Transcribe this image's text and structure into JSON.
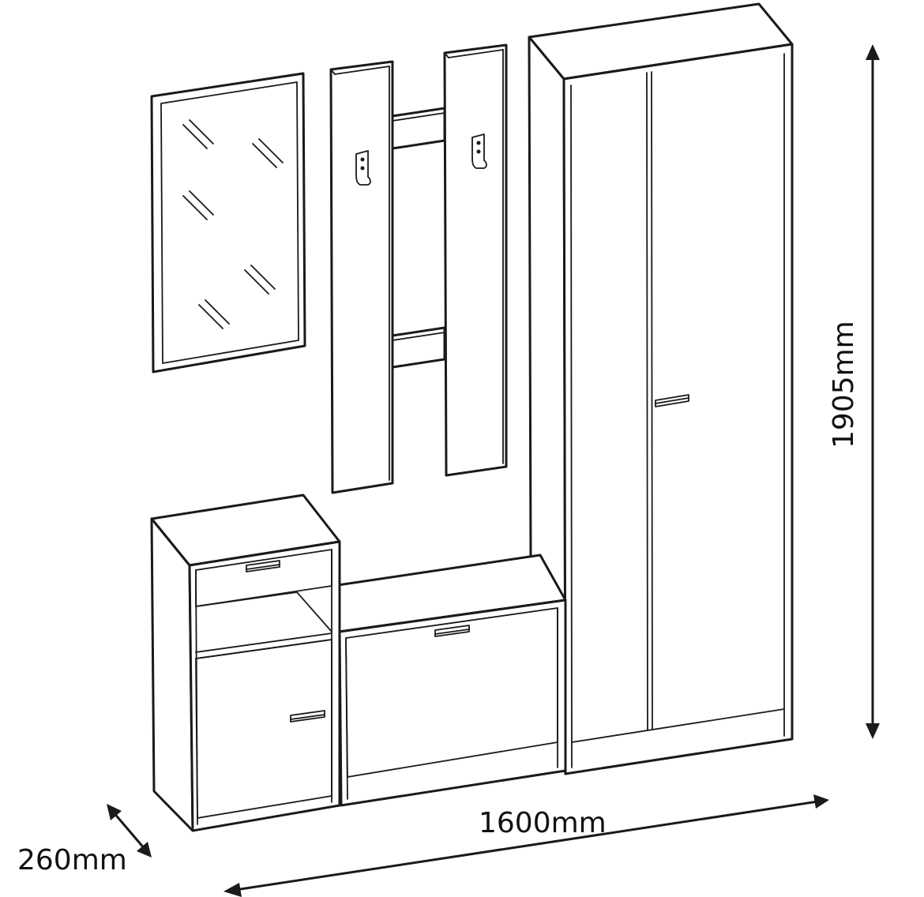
{
  "dimensions": {
    "depth": "260mm",
    "width": "1600mm",
    "height": "1905mm"
  },
  "components": {
    "mirror": "mirror",
    "coat_panel_left": "coat-panel-left",
    "coat_panel_right": "coat-panel-right",
    "wardrobe": "tall-wardrobe",
    "shoe_cabinet": "shoe-cabinet",
    "drawer_cabinet": "drawer-cabinet"
  },
  "colors": {
    "line": "#1a1a1a",
    "background": "#ffffff"
  }
}
